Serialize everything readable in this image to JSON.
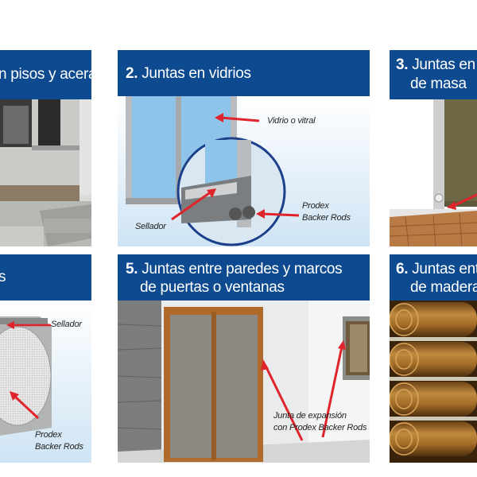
{
  "panels": [
    {
      "num": "",
      "title_line1": "n pisos y aceras",
      "title_line2": ""
    },
    {
      "num": "2.",
      "title_line1": "Juntas en vidrios",
      "title_line2": "",
      "labels": {
        "glass": "Vidrio o vitral",
        "sealant": "Sellador",
        "rods_line1": "Prodex",
        "rods_line2": "Backer Rods"
      }
    },
    {
      "num": "3.",
      "title_line1": "Juntas en a",
      "title_line2": "de masa"
    },
    {
      "num": "",
      "title_line1": "s",
      "title_line2": "",
      "labels": {
        "sealant": "Sellador",
        "rods_line1": "Prodex",
        "rods_line2": "Backer Rods"
      }
    },
    {
      "num": "5.",
      "title_line1": "Juntas entre paredes y marcos",
      "title_line2": "de puertas o ventanas",
      "labels": {
        "joint_line1": "Junta de expansión",
        "joint_line2": "con Prodex Backer Rods"
      }
    },
    {
      "num": "6.",
      "title_line1": "Juntas entre",
      "title_line2": "de madera"
    }
  ],
  "colors": {
    "header": "#0d4a8f",
    "arrow": "#e0242b",
    "frame": "#b06a2c"
  }
}
